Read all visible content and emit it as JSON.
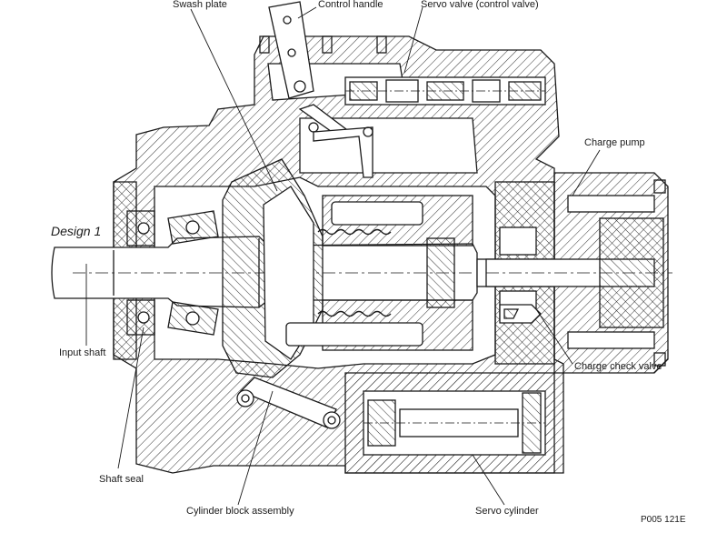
{
  "labels": {
    "swash_plate": "Swash plate",
    "control_handle": "Control handle",
    "servo_valve": "Servo valve (control valve)",
    "charge_pump": "Charge pump",
    "design": "Design 1",
    "input_shaft": "Input shaft",
    "charge_check_valve": "Charge check valve",
    "shaft_seal": "Shaft seal",
    "cylinder_block_assembly": "Cylinder block assembly",
    "servo_cylinder": "Servo cylinder",
    "drawing_code": "P005 121E"
  },
  "colors": {
    "line": "#1a1a1a",
    "hatch": "#333333",
    "background": "#ffffff"
  }
}
